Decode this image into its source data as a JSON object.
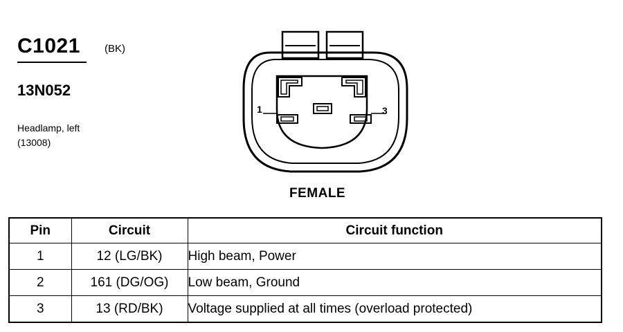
{
  "connector": {
    "id": "C1021",
    "color_code": "(BK)",
    "part_number": "13N052",
    "description": "Headlamp, left",
    "description_code": "(13008)",
    "gender": "FEMALE",
    "pin_labels": {
      "left": "1",
      "right": "3"
    }
  },
  "table": {
    "headers": {
      "pin": "Pin",
      "circuit": "Circuit",
      "function": "Circuit function"
    },
    "rows": [
      {
        "pin": "1",
        "circuit": "12 (LG/BK)",
        "function": "High beam, Power"
      },
      {
        "pin": "2",
        "circuit": "161 (DG/OG)",
        "function": "Low beam, Ground"
      },
      {
        "pin": "3",
        "circuit": "13 (RD/BK)",
        "function": "Voltage supplied at all times (overload protected)"
      }
    ]
  }
}
